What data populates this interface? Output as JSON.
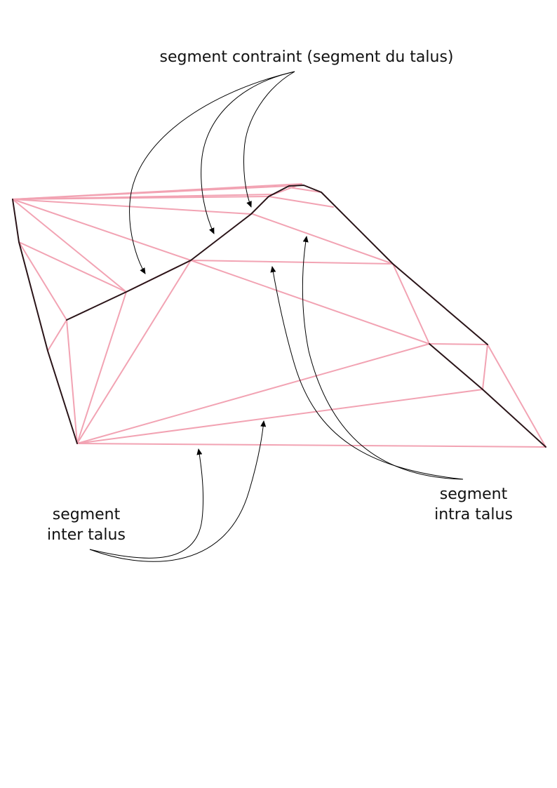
{
  "labels": {
    "contraint": "segment contraint (segment du talus)",
    "intra_line1": "segment",
    "intra_line2": "intra talus",
    "inter_line1": "segment",
    "inter_line2": "inter talus"
  },
  "colors": {
    "triangulation": "#f2a3b3",
    "talus": "#2a1418",
    "arrow": "#000000",
    "text": "#111111",
    "background": "#ffffff"
  }
}
